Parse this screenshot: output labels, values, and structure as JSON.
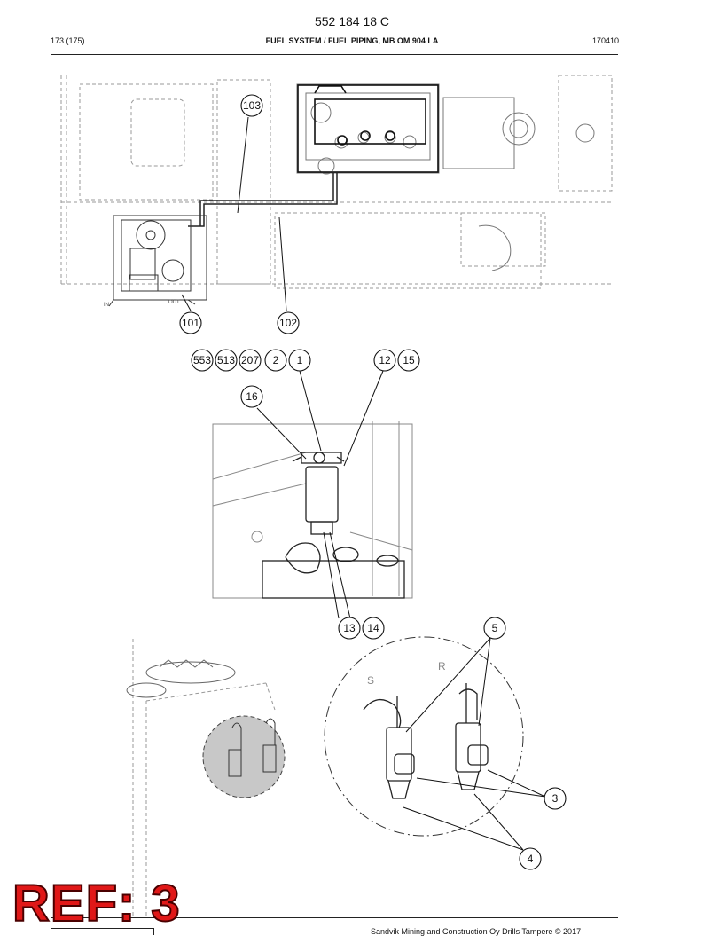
{
  "header": {
    "doc_number": "552 184 18 C",
    "page": "173 (175)",
    "title": "FUEL SYSTEM / FUEL PIPING, MB OM 904 LA",
    "code": "170410"
  },
  "callouts": {
    "c101": "101",
    "c102": "102",
    "c103": "103",
    "c553": "553",
    "c513": "513",
    "c207": "207",
    "c2": "2",
    "c1": "1",
    "c12": "12",
    "c15": "15",
    "c16": "16",
    "c13": "13",
    "c14": "14",
    "c5": "5",
    "c3": "3",
    "c4": "4"
  },
  "diagram_labels": {
    "in": "IN",
    "out": "OUT",
    "s": "S",
    "r": "R"
  },
  "stamp": "REF: 3",
  "footer": {
    "copyright": "Sandvik Mining and Construction Oy Drills Tampere © 2017"
  }
}
